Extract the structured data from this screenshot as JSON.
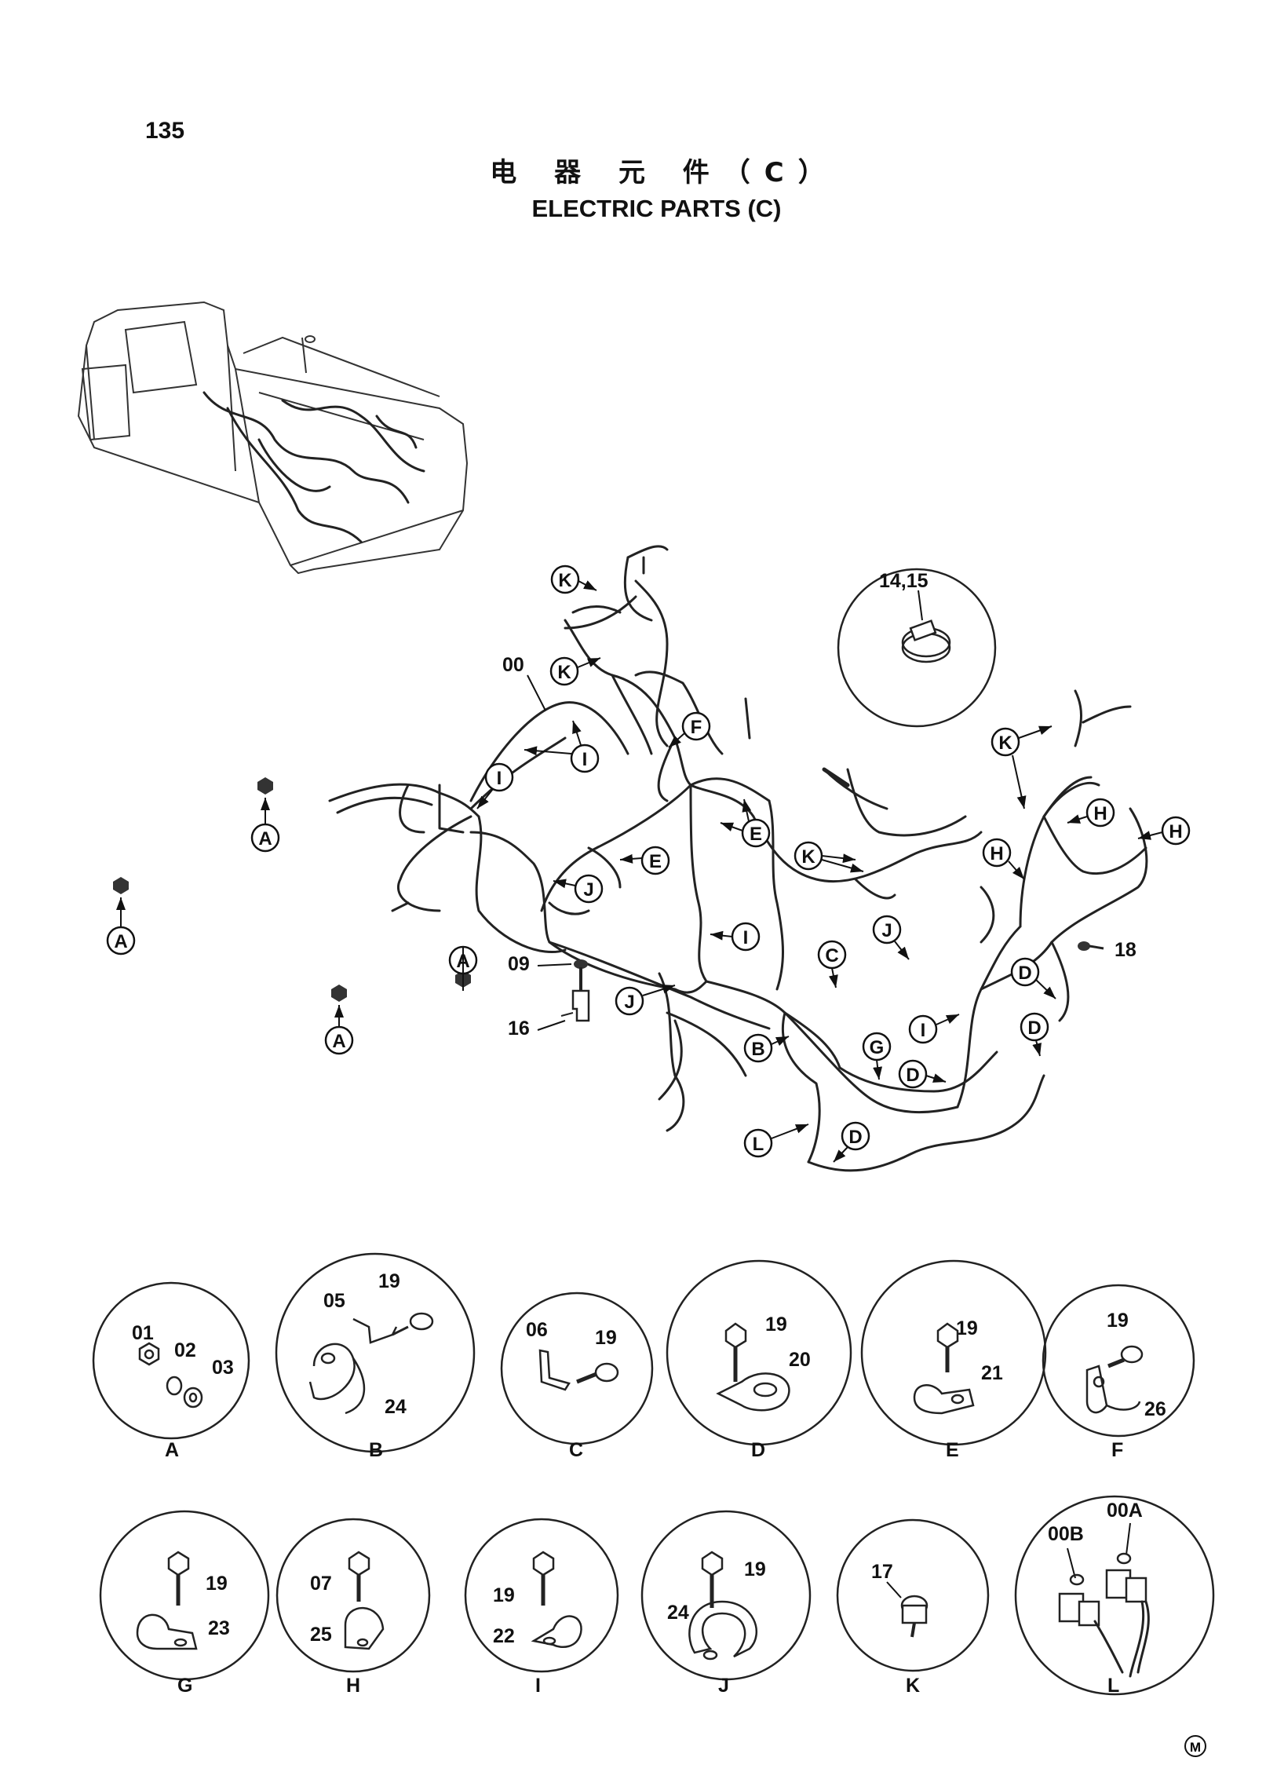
{
  "page_number": "135",
  "title_cn": "电 器 元 件（C）",
  "title_en": "ELECTRIC PARTS (C)",
  "callouts": {
    "k1": "K",
    "k2": "K",
    "k3": "K",
    "k4": "K",
    "i1": "I",
    "i2": "I",
    "i3": "I",
    "i4": "I",
    "f1": "F",
    "e1": "E",
    "e2": "E",
    "j1": "J",
    "j2": "J",
    "j3": "J",
    "a1": "A",
    "a2": "A",
    "a3": "A",
    "a4": "A",
    "h1": "H",
    "h2": "H",
    "h3": "H",
    "c1": "C",
    "d1": "D",
    "d2": "D",
    "d3": "D",
    "d4": "D",
    "b1": "B",
    "g1": "G",
    "l1": "L"
  },
  "part_labels": {
    "p00": "00",
    "p09": "09",
    "p16": "16",
    "p18": "18",
    "p14_15": "14,15"
  },
  "details": [
    {
      "letter": "A",
      "parts": [
        "01",
        "02",
        "03"
      ]
    },
    {
      "letter": "B",
      "parts": [
        "05",
        "19",
        "24"
      ]
    },
    {
      "letter": "C",
      "parts": [
        "06",
        "19"
      ]
    },
    {
      "letter": "D",
      "parts": [
        "19",
        "20"
      ]
    },
    {
      "letter": "E",
      "parts": [
        "19",
        "21"
      ]
    },
    {
      "letter": "F",
      "parts": [
        "19",
        "26"
      ]
    },
    {
      "letter": "G",
      "parts": [
        "19",
        "23"
      ]
    },
    {
      "letter": "H",
      "parts": [
        "07",
        "25"
      ]
    },
    {
      "letter": "I",
      "parts": [
        "19",
        "22"
      ]
    },
    {
      "letter": "J",
      "parts": [
        "19",
        "24"
      ]
    },
    {
      "letter": "K",
      "parts": [
        "17"
      ]
    },
    {
      "letter": "L",
      "parts": [
        "00B",
        "00A"
      ]
    }
  ],
  "corner_mark": "M"
}
